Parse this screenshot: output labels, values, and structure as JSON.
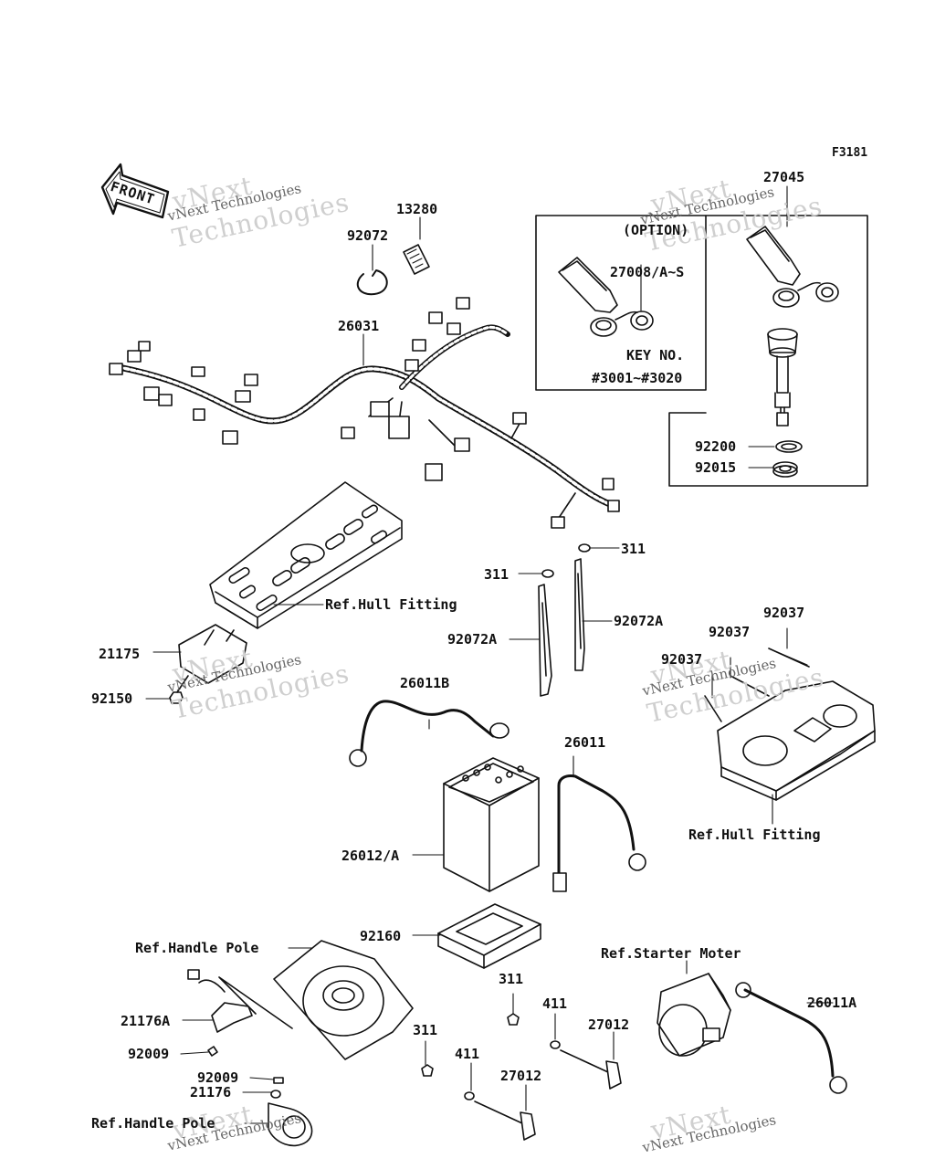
{
  "diagram": {
    "figure_code": "F3181",
    "front_label": "FRONT",
    "option_box": {
      "title": "(OPTION)",
      "part": "27008/A~S",
      "key_no_label": "KEY NO.",
      "key_range": "#3001~#3020"
    },
    "parts": {
      "p27045": "27045",
      "p13280": "13280",
      "p92072": "92072",
      "p26031": "26031",
      "p92200": "92200",
      "p92015": "92015",
      "p311_a": "311",
      "p311_b": "311",
      "p92072A_a": "92072A",
      "p92072A_b": "92072A",
      "p92037_a": "92037",
      "p92037_b": "92037",
      "p92037_c": "92037",
      "p21175": "21175",
      "p92150": "92150",
      "p26011B": "26011B",
      "p26011": "26011",
      "p26012A": "26012/A",
      "p92160": "92160",
      "p21176A": "21176A",
      "p92009_a": "92009",
      "p92009_b": "92009",
      "p21176": "21176",
      "p311_c": "311",
      "p311_d": "311",
      "p411_a": "411",
      "p411_b": "411",
      "p27012_a": "27012",
      "p27012_b": "27012",
      "p26011A": "26011A"
    },
    "refs": {
      "hull_fitting_1": "Ref.Hull Fitting",
      "hull_fitting_2": "Ref.Hull Fitting",
      "handle_pole_1": "Ref.Handle Pole",
      "handle_pole_2": "Ref.Handle Pole",
      "starter_motor": "Ref.Starter Moter"
    },
    "watermark": {
      "brand": "vNext",
      "line1": "vNext Technologies",
      "line2": "Technologies"
    }
  }
}
